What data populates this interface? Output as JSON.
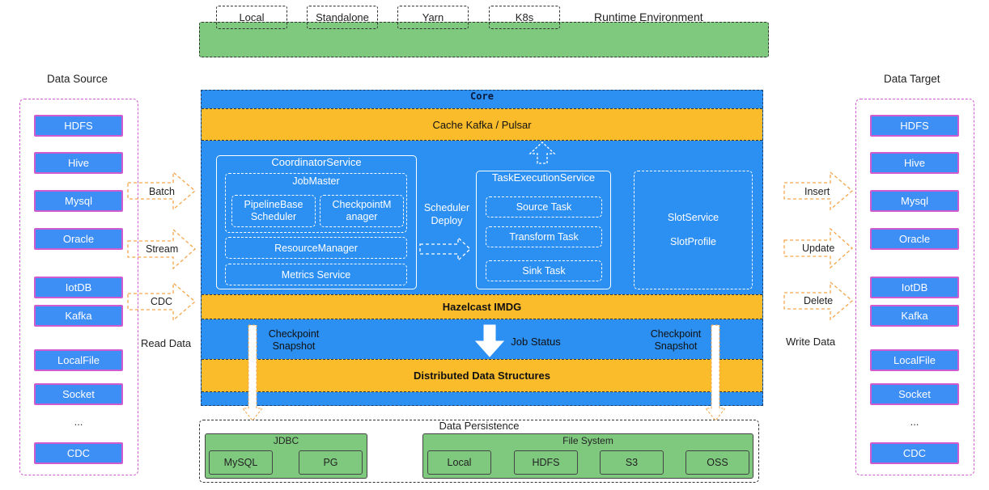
{
  "runtime": {
    "items": [
      "Local",
      "Standalone",
      "Yarn",
      "K8s"
    ],
    "label": "Runtime Environment"
  },
  "source": {
    "title": "Data Source",
    "items": [
      "HDFS",
      "Hive",
      "Mysql",
      "Oracle",
      "IotDB",
      "Kafka",
      "LocalFile",
      "Socket",
      "...",
      "CDC"
    ],
    "arrows": [
      "Batch",
      "Stream",
      "CDC"
    ],
    "note": "Read Data"
  },
  "target": {
    "title": "Data Target",
    "items": [
      "HDFS",
      "Hive",
      "Mysql",
      "Oracle",
      "IotDB",
      "Kafka",
      "LocalFile",
      "Socket",
      "...",
      "CDC"
    ],
    "arrows": [
      "Insert",
      "Update",
      "Delete"
    ],
    "note": "Write Data"
  },
  "core": {
    "title": "Core",
    "cache": "Cache Kafka / Pulsar",
    "coordinator": {
      "title": "CoordinatorService",
      "jobmaster": "JobMaster",
      "pipeline_1": "PipelineBase",
      "pipeline_2": "Scheduler",
      "checkpoint_1": "CheckpointM",
      "checkpoint_2": "anager",
      "resource": "ResourceManager",
      "metrics": "Metrics Service"
    },
    "scheduler_1": "Scheduler",
    "scheduler_2": "Deploy",
    "task_execution": {
      "title": "TaskExecutionService",
      "tasks": [
        "Source Task",
        "Transform Task",
        "Sink Task"
      ]
    },
    "slot": [
      "SlotService",
      "SlotProfile"
    ],
    "hazelcast": "Hazelcast IMDG",
    "checkpoint_left_1": "Checkpoint",
    "checkpoint_left_2": "Snapshot",
    "job_status": "Job Status",
    "checkpoint_right_1": "Checkpoint",
    "checkpoint_right_2": "Snapshot",
    "distributed": "Distributed Data Structures"
  },
  "persistence": {
    "title": "Data Persistence",
    "jdbc": {
      "title": "JDBC",
      "items": [
        "MySQL",
        "PG"
      ]
    },
    "fs": {
      "title": "File System",
      "items": [
        "Local",
        "HDFS",
        "S3",
        "OSS"
      ]
    }
  },
  "colors": {
    "green": "#7fc97f",
    "blue": "#2c8ff2",
    "orange": "#fbbc2c",
    "item_blue": "#3d8ef5",
    "magenta": "#d05ad0"
  }
}
